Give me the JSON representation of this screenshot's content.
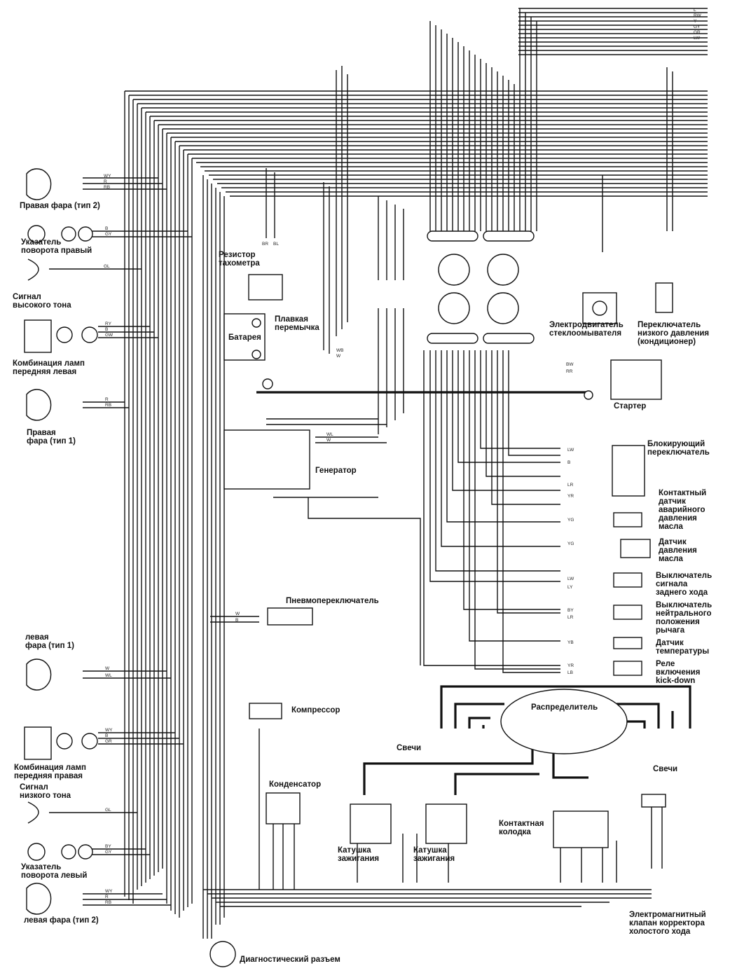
{
  "components": {
    "headlight_right_type2": "Правая фара (тип 2)",
    "turn_right": "Указатель\nповорота правый",
    "horn_high": "Сигнал\nвысокого тона",
    "combo_lamp_front_left": "Комбинация ламп\nпередняя левая",
    "headlight_right_type1": "Правая\nфара (тип 1)",
    "headlight_left_type1": "левая\nфара (тип 1)",
    "combo_lamp_front_right": "Комбинация ламп\nпередняя правая",
    "horn_low": "Сигнал\nнизкого тона",
    "turn_left": "Указатель\nповорота левый",
    "headlight_left_type2": "левая фара (тип 2)",
    "tach_resistor": "Резистор\nтахометра",
    "battery": "Батарея",
    "fusible_link": "Плавкая\nперемычка",
    "generator": "Генератор",
    "pneumo_switch": "Пневмопереключатель",
    "compressor": "Компрессор",
    "condenser": "Конденсатор",
    "ignition_coil_1": "Катушка\nзажигания",
    "ignition_coil_2": "Катушка\nзажигания",
    "spark_plugs_1": "Свечи",
    "spark_plugs_2": "Свечи",
    "distributor": "Распределитель",
    "contact_block": "Контактная\nколодка",
    "idle_valve": "Электромагнитный\nклапан корректора\nхолостого хода",
    "diag_connector": "Диагностический разъем",
    "washer_motor": "Электродвигатель\nстеклоомывателя",
    "low_pressure_switch": "Переключатель\nнизкого давления\n(кондиционер)",
    "starter": "Стартер",
    "inhibitor_switch": "Блокирующий\nпереключатель",
    "oil_emergency_sensor": "Контактный\nдатчик\nаварийного\nдавления\nмасла",
    "oil_pressure_sensor": "Датчик\nдавления\nмасла",
    "reverse_switch": "Выключатель\nсигнала\nзаднего хода",
    "neutral_switch": "Выключатель\nнейтрального\nположения\nрычага",
    "temp_sensor": "Датчик\nтемпературы",
    "kickdown_relay": "Реле\nвключения\nkick-down"
  },
  "wire_codes": {
    "headlight_r2": [
      "WY",
      "R",
      "RB"
    ],
    "turn_r": [
      "B",
      "GY"
    ],
    "horn_high": [
      "GL"
    ],
    "combo_left": [
      "RY",
      "B",
      "GW"
    ],
    "headlight_r1": [
      "R",
      "RB"
    ],
    "headlight_l1": [
      "W",
      "WL"
    ],
    "combo_right": [
      "WY",
      "B",
      "GR"
    ],
    "horn_low": [
      "GL"
    ],
    "turn_l": [
      "BY",
      "GY"
    ],
    "headlight_l2": [
      "WY",
      "R",
      "RB"
    ],
    "tach": [
      "BR",
      "BL"
    ],
    "fusible": [
      "WB",
      "W"
    ],
    "generator": [
      "WL",
      "W"
    ],
    "pneumo": [
      "W",
      "B"
    ],
    "starter": [
      "BW",
      "RR"
    ],
    "right_panel": [
      "LW",
      "B",
      "LR",
      "YR",
      "YG",
      "YG",
      "LW",
      "LY",
      "BY",
      "LR",
      "YB",
      "YR",
      "LB"
    ],
    "top_bus": [
      "L",
      "RW",
      "Y",
      "GY",
      "GR",
      "LW"
    ]
  },
  "colors": {
    "ink": "#111111",
    "paper": "#ffffff"
  }
}
